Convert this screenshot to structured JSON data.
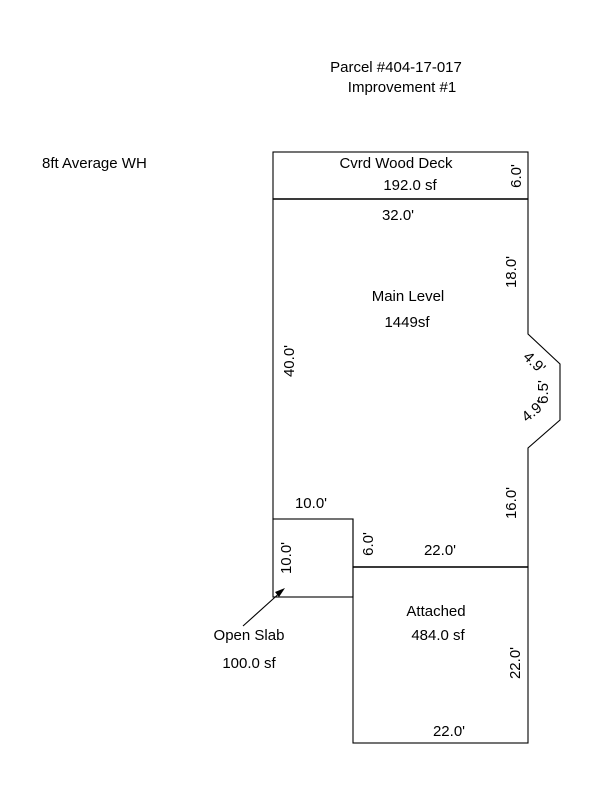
{
  "header": {
    "parcel": "Parcel #404-17-017",
    "improvement": "Improvement #1"
  },
  "note": "8ft Average WH",
  "areas": {
    "deck": {
      "name": "Cvrd Wood Deck",
      "area": "192.0 sf"
    },
    "main": {
      "name": "Main Level",
      "area": "1449sf"
    },
    "attached": {
      "name": "Attached",
      "area": "484.0 sf"
    },
    "slab": {
      "name": "Open Slab",
      "area": "100.0 sf"
    }
  },
  "dimensions": {
    "deck_depth": "6.0'",
    "main_width": "32.0'",
    "main_right_upper": "18.0'",
    "main_left": "40.0'",
    "bay_upper": "4.9'",
    "bay_middle": "6.5'",
    "bay_lower": "4.9'",
    "main_right_lower": "16.0'",
    "slab_width": "10.0'",
    "slab_depth": "10.0'",
    "notch_depth": "6.0'",
    "attached_top": "22.0'",
    "attached_right": "22.0'",
    "attached_bottom": "22.0'"
  }
}
